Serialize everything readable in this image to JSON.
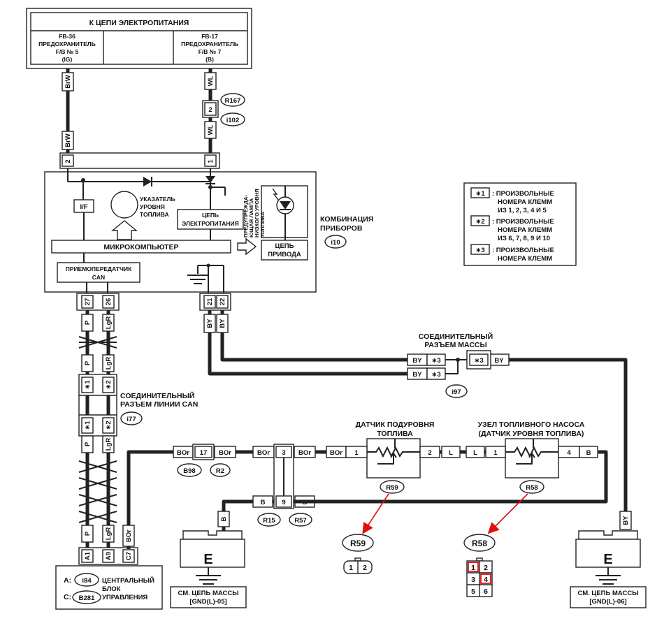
{
  "power": {
    "title": "К ЦЕПИ ЭЛЕКТРОПИТАНИЯ",
    "fuse_left": [
      "FB-36",
      "ПРЕДОХРАНИТЕЛЬ",
      "F/B № 5",
      "(IG)"
    ],
    "fuse_right": [
      "FB-17",
      "ПРЕДОХРАНИТЕЛЬ",
      "F/B № 7",
      "(B)"
    ]
  },
  "wires": {
    "brw": "BrW",
    "wl": "WL",
    "p": "P",
    "lgr": "LgR",
    "by": "BY",
    "bor": "BOr",
    "b": "B",
    "l": "L"
  },
  "refs": {
    "r167": "R167",
    "i102": "i102",
    "i10": "i10",
    "i97": "i97",
    "i77": "i77",
    "b98": "B98",
    "r2": "R2",
    "r15": "R15",
    "r57": "R57",
    "r59": "R59",
    "r58": "R58",
    "i84": "i84",
    "b281": "B281"
  },
  "pins": {
    "p2": "2",
    "p1": "1",
    "p27": "27",
    "p26": "26",
    "p21": "21",
    "p22": "22",
    "p17": "17",
    "p3": "3",
    "p9": "9",
    "p4": "4",
    "a1": "A1",
    "a9": "A9",
    "c7": "C7",
    "star1": "∗1",
    "star2": "∗2",
    "star3": "∗3"
  },
  "combo": {
    "gauge": [
      "УКАЗАТЕЛЬ",
      "УРОВНЯ",
      "ТОПЛИВА"
    ],
    "iface": "I/F",
    "power_circuit": [
      "ЦЕПЬ",
      "ЭЛЕКТРОПИТАНИЯ"
    ],
    "lamp": [
      "ПРЕДУПРЕЖДА-",
      "ЮЩАЯ ЛАМПА",
      "НИЗКОГО УРОВНЯ",
      "ТОПЛИВА"
    ],
    "micro": "МИКРОКОМПЬЮТЕР",
    "drive": [
      "ЦЕПЬ",
      "ПРИВОДА"
    ],
    "can": [
      "ПРИЕМОПЕРЕДАТЧИК",
      "CAN"
    ],
    "label": [
      "КОМБИНАЦИЯ",
      "ПРИБОРОВ"
    ]
  },
  "legend": [
    {
      "key": "∗1",
      "lines": [
        ": ПРОИЗВОЛЬНЫЕ",
        "НОМЕРА КЛЕММ",
        "ИЗ 1, 2, 3, 4 И 5"
      ]
    },
    {
      "key": "∗2",
      "lines": [
        ": ПРОИЗВОЛЬНЫЕ",
        "НОМЕРА КЛЕММ",
        "ИЗ  6, 7, 8, 9 И 10"
      ]
    },
    {
      "key": "∗3",
      "lines": [
        ": ПРОИЗВОЛЬНЫЕ",
        "НОМЕРА КЛЕММ"
      ]
    }
  ],
  "ground_conn": [
    "СОЕДИНИТЕЛЬНЫЙ",
    "РАЗЪЕМ МАССЫ"
  ],
  "can_conn": [
    "СОЕДИНИТЕЛЬНЫЙ",
    "РАЗЪЕМ ЛИНИИ CAN"
  ],
  "sensor_r59": [
    "ДАТЧИК ПОДУРОВНЯ",
    "ТОПЛИВА"
  ],
  "pump_r58": [
    "УЗЕЛ ТОПЛИВНОГО НАСОСА",
    "(ДАТЧИК УРОВНЯ ТОПЛИВА)"
  ],
  "ecu": {
    "a": "A:",
    "c": "C:",
    "lines": [
      "ЦЕНТРАЛЬНЫЙ",
      "БЛОК",
      "УПРАВЛЕНИЯ"
    ]
  },
  "ground": {
    "e": "E",
    "left": [
      "СМ. ЦЕПЬ МАССЫ",
      "[GND(L)-05]"
    ],
    "right": [
      "СМ. ЦЕПЬ МАССЫ",
      "[GND(L)-06]"
    ]
  },
  "connectors": {
    "r59_pins": [
      "1",
      "2"
    ],
    "r58_pins": [
      "1",
      "2",
      "3",
      "4",
      "5",
      "6"
    ]
  },
  "colors": {
    "ink": "#222222",
    "highlight": "#e01010",
    "paper": "#ffffff"
  }
}
